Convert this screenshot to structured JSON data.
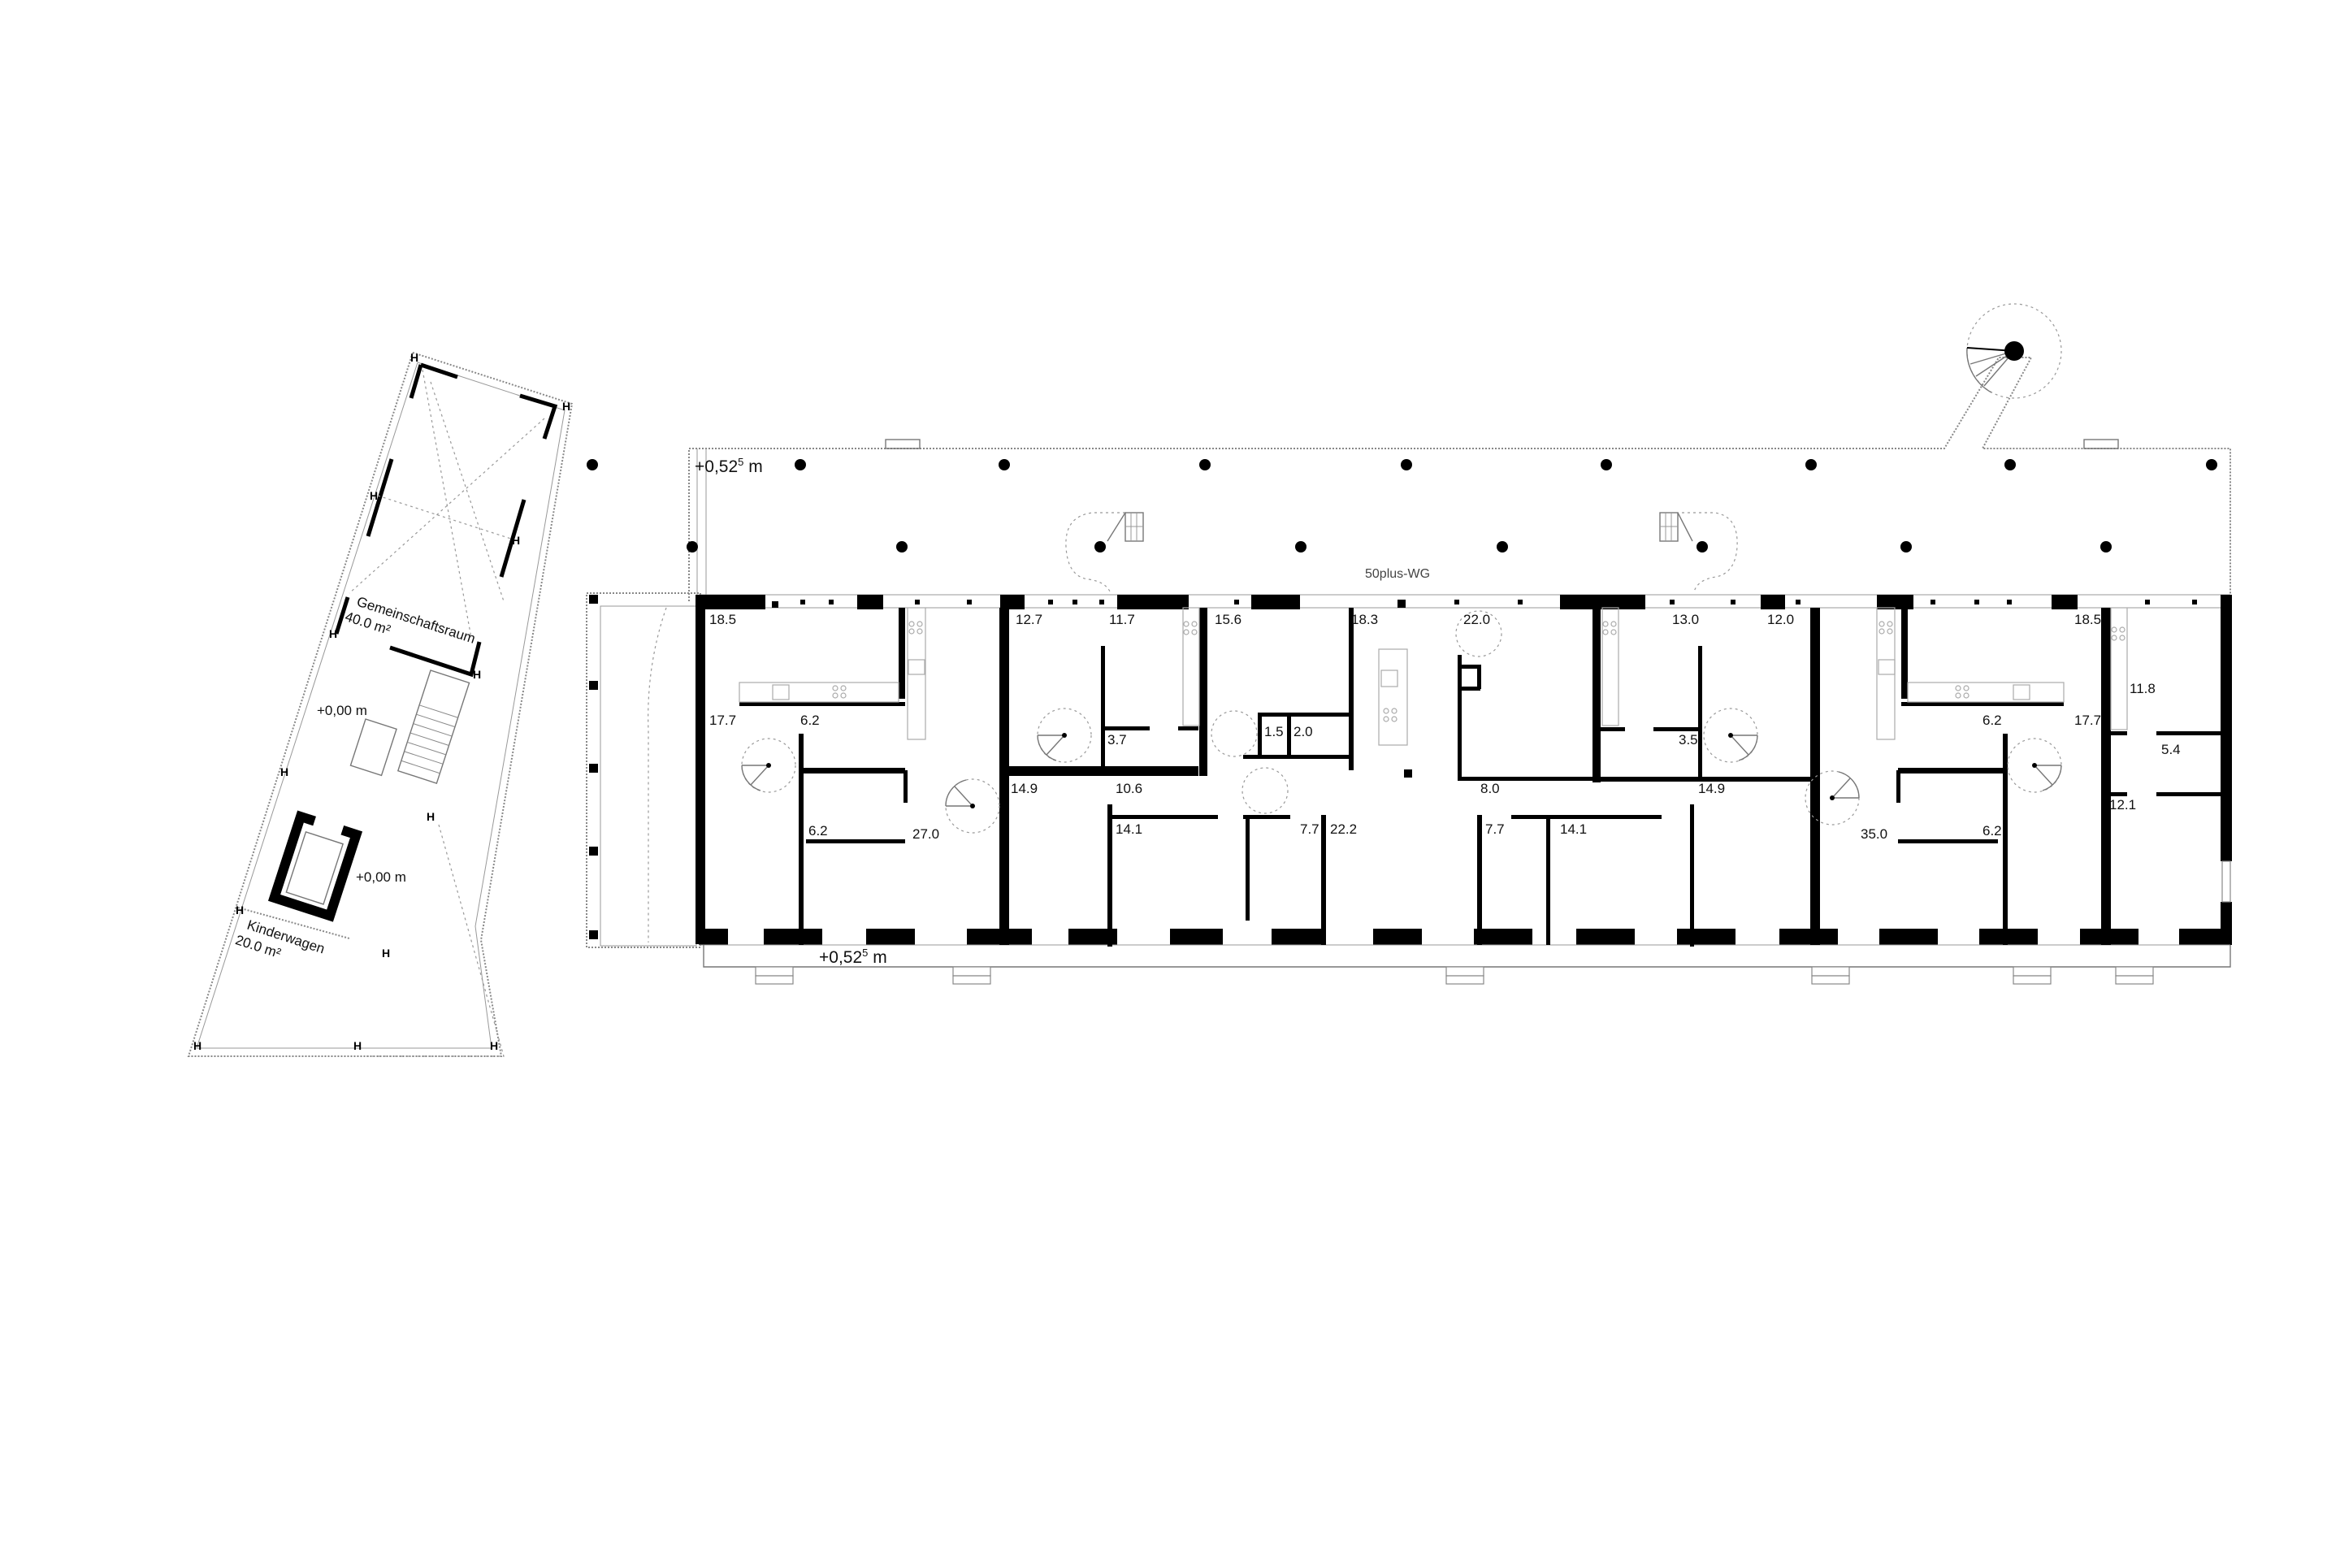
{
  "plan": {
    "building_label": "50plus-WG",
    "levels": {
      "terrace_north": "+0,52",
      "terrace_north_sup": "5",
      "terrace_north_unit": " m",
      "terrace_south": "+0,52",
      "terrace_south_sup": "5",
      "terrace_south_unit": " m",
      "annex_stair": "+0,00 m",
      "annex_lift": "+0,00 m"
    },
    "annex_rooms": [
      {
        "name": "Gemeinschaftsraum",
        "area": "40.0 m²"
      },
      {
        "name": "Kinderwagen",
        "area": "20.0 m²"
      }
    ],
    "rooms": [
      {
        "id": "r1",
        "area": "18.5"
      },
      {
        "id": "r2",
        "area": "17.7"
      },
      {
        "id": "r3",
        "area": "6.2"
      },
      {
        "id": "r4",
        "area": "6.2"
      },
      {
        "id": "r5",
        "area": "27.0"
      },
      {
        "id": "r6",
        "area": "12.7"
      },
      {
        "id": "r7",
        "area": "11.7"
      },
      {
        "id": "r8",
        "area": "3.7"
      },
      {
        "id": "r9",
        "area": "14.9"
      },
      {
        "id": "r10",
        "area": "10.6"
      },
      {
        "id": "r11",
        "area": "14.1"
      },
      {
        "id": "r12",
        "area": "15.6"
      },
      {
        "id": "r13",
        "area": "1.5"
      },
      {
        "id": "r14",
        "area": "2.0"
      },
      {
        "id": "r15",
        "area": "7.7"
      },
      {
        "id": "r16",
        "area": "22.2"
      },
      {
        "id": "r17",
        "area": "18.3"
      },
      {
        "id": "r18",
        "area": "22.0"
      },
      {
        "id": "r19",
        "area": "8.0"
      },
      {
        "id": "r20",
        "area": "7.7"
      },
      {
        "id": "r21",
        "area": "14.1"
      },
      {
        "id": "r22",
        "area": "13.0"
      },
      {
        "id": "r23",
        "area": "12.0"
      },
      {
        "id": "r24",
        "area": "3.5"
      },
      {
        "id": "r25",
        "area": "14.9"
      },
      {
        "id": "r26",
        "area": "35.0"
      },
      {
        "id": "r27",
        "area": "6.2"
      },
      {
        "id": "r28",
        "area": "6.2"
      },
      {
        "id": "r29",
        "area": "18.5"
      },
      {
        "id": "r30",
        "area": "17.7"
      },
      {
        "id": "r31",
        "area": "11.8"
      },
      {
        "id": "r32",
        "area": "5.4"
      },
      {
        "id": "r33",
        "area": "12.1"
      }
    ]
  }
}
